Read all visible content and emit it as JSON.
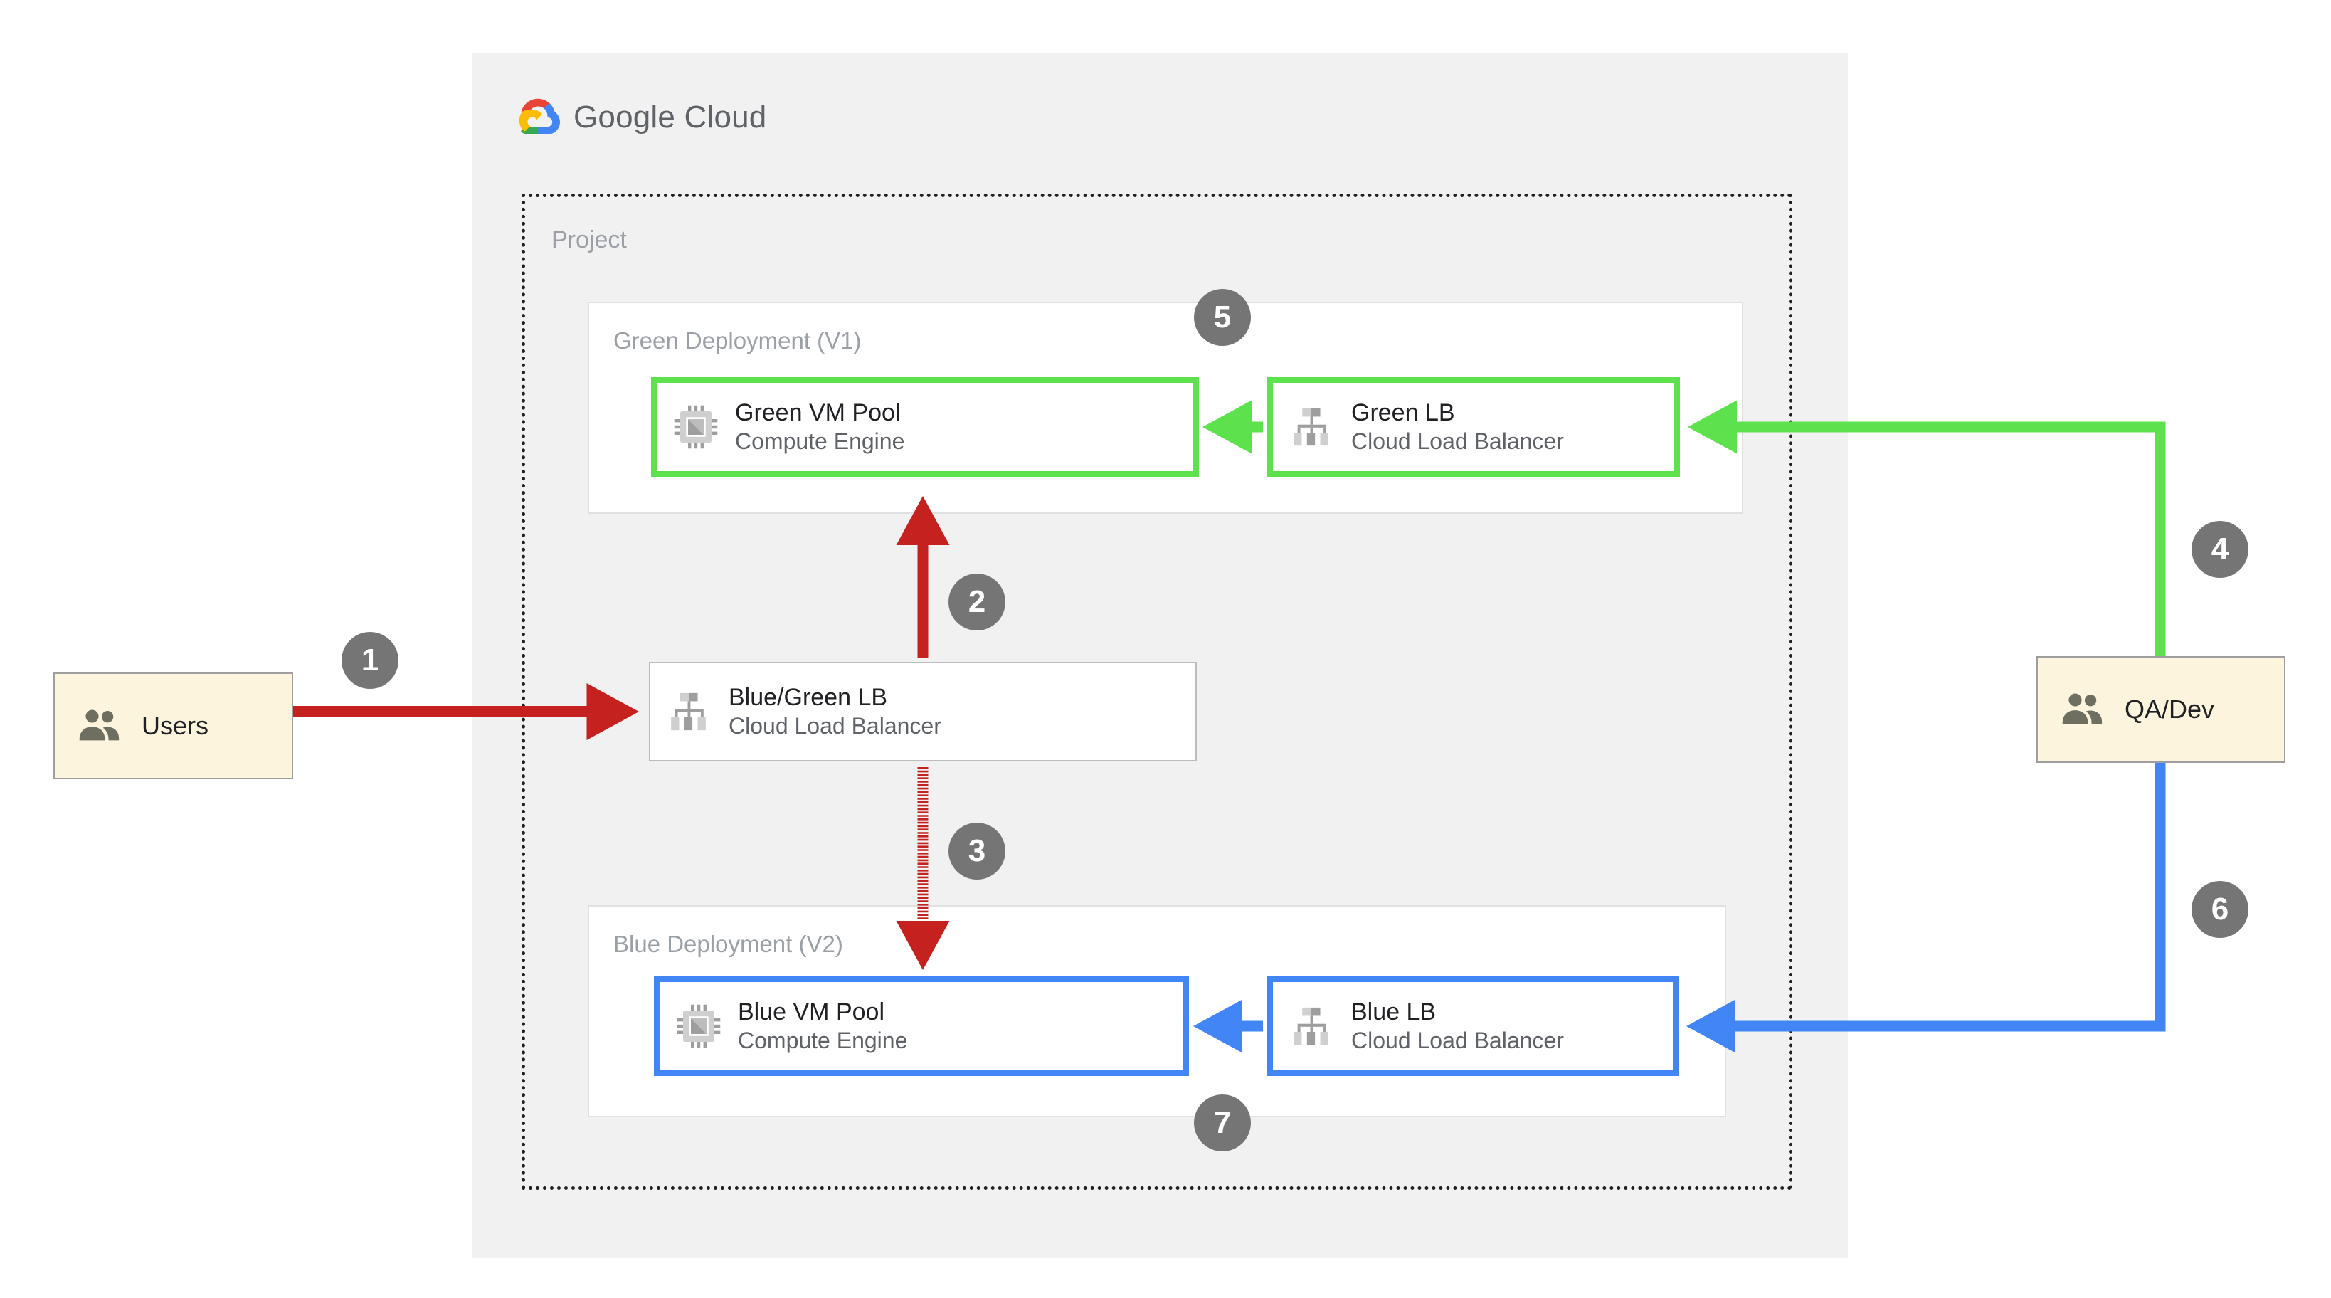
{
  "cloud": {
    "provider_name_bold": "Google",
    "provider_name_light": " Cloud",
    "logo_icon": "google-cloud-logo-icon",
    "project_label": "Project"
  },
  "deployments": [
    {
      "id": "green",
      "label": "Green Deployment (V1)",
      "accent": "#5DE24E"
    },
    {
      "id": "blue",
      "label": "Blue Deployment (V2)",
      "accent": "#4285F4"
    }
  ],
  "nodes": {
    "green_vm": {
      "title": "Green VM Pool",
      "subtitle": "Compute Engine",
      "icon": "compute-engine-icon"
    },
    "green_lb": {
      "title": "Green LB",
      "subtitle": "Cloud Load Balancer",
      "icon": "cloud-load-balancer-icon"
    },
    "bluegreen_lb": {
      "title": "Blue/Green LB",
      "subtitle": "Cloud Load Balancer",
      "icon": "cloud-load-balancer-icon"
    },
    "blue_vm": {
      "title": "Blue VM Pool",
      "subtitle": "Compute Engine",
      "icon": "compute-engine-icon"
    },
    "blue_lb": {
      "title": "Blue LB",
      "subtitle": "Cloud Load Balancer",
      "icon": "cloud-load-balancer-icon"
    }
  },
  "actors": {
    "users": {
      "label": "Users",
      "icon": "users-group-icon"
    },
    "qa_dev": {
      "label": "QA/Dev",
      "icon": "users-group-icon"
    }
  },
  "steps": [
    {
      "number": "1",
      "from": "Users",
      "to": "Blue/Green LB",
      "style": "solid",
      "color": "#C5221F"
    },
    {
      "number": "2",
      "from": "Blue/Green LB",
      "to": "Green VM Pool",
      "style": "solid",
      "color": "#C5221F"
    },
    {
      "number": "3",
      "from": "Blue/Green LB",
      "to": "Blue VM Pool",
      "style": "dashed",
      "color": "#C5221F"
    },
    {
      "number": "4",
      "from": "QA/Dev",
      "to": "Green LB",
      "style": "solid",
      "color": "#5DE24E"
    },
    {
      "number": "5",
      "from": "Green LB",
      "to": "Green VM Pool",
      "style": "solid",
      "color": "#5DE24E"
    },
    {
      "number": "6",
      "from": "QA/Dev",
      "to": "Blue LB",
      "style": "solid",
      "color": "#4285F4"
    },
    {
      "number": "7",
      "from": "Blue LB",
      "to": "Blue VM Pool",
      "style": "solid",
      "color": "#4285F4"
    }
  ],
  "colors": {
    "panel_background": "#F1F1F1",
    "card_background": "#FFFFFF",
    "actor_background": "#FCF4DC",
    "badge_background": "#757575",
    "red_traffic": "#C5221F",
    "green_accent": "#5DE24E",
    "blue_accent": "#4285F4",
    "muted_text": "#9AA0A6",
    "body_text": "#202124"
  }
}
